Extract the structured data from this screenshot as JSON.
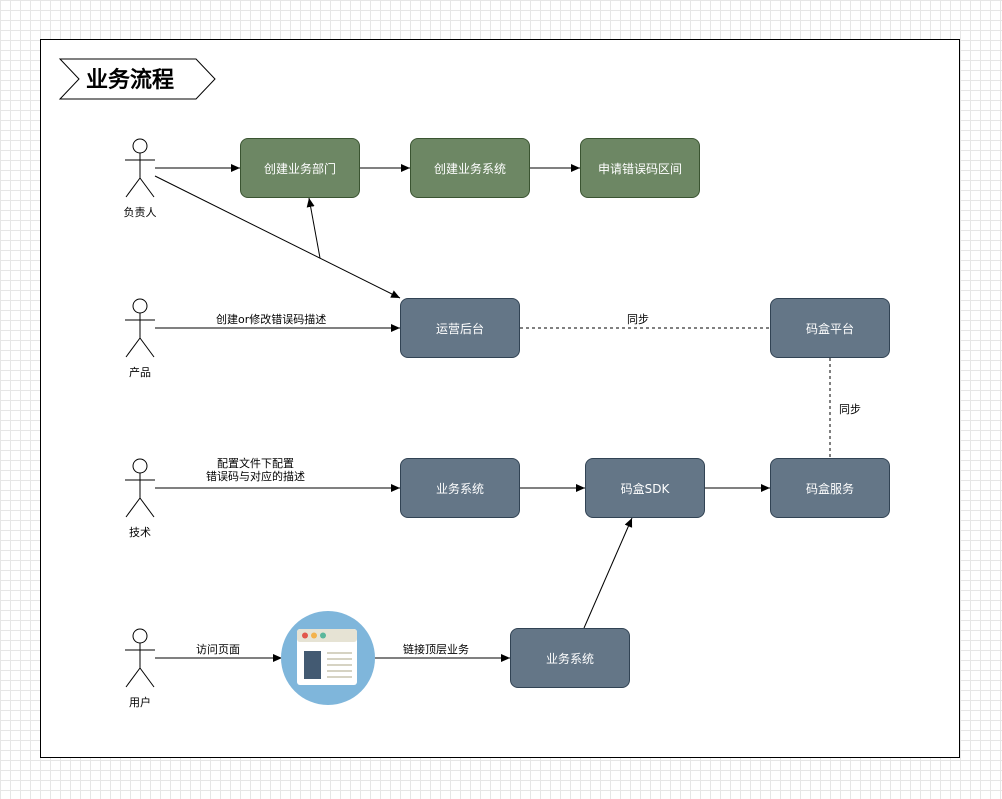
{
  "title": "业务流程",
  "actors": {
    "owner": "负责人",
    "product": "产品",
    "tech": "技术",
    "user": "用户"
  },
  "nodes": {
    "create_dept": "创建业务部门",
    "create_system": "创建业务系统",
    "apply_range": "申请错误码区间",
    "ops_backend": "运营后台",
    "codebox_platform": "码盒平台",
    "biz_system_tech": "业务系统",
    "codebox_sdk": "码盒SDK",
    "codebox_service": "码盒服务",
    "biz_system_user": "业务系统"
  },
  "edge_labels": {
    "product_to_ops": "创建or修改错误码描述",
    "ops_platform_sync": "同步",
    "platform_service_sync": "同步",
    "tech_to_system": "配置文件下配置\n错误码与对应的描述",
    "user_to_page": "访问页面",
    "page_to_system": "链接顶层业务"
  },
  "colors": {
    "green_fill": "#6d8764",
    "slate_fill": "#647687",
    "page_icon_circle": "#7fb6db"
  }
}
